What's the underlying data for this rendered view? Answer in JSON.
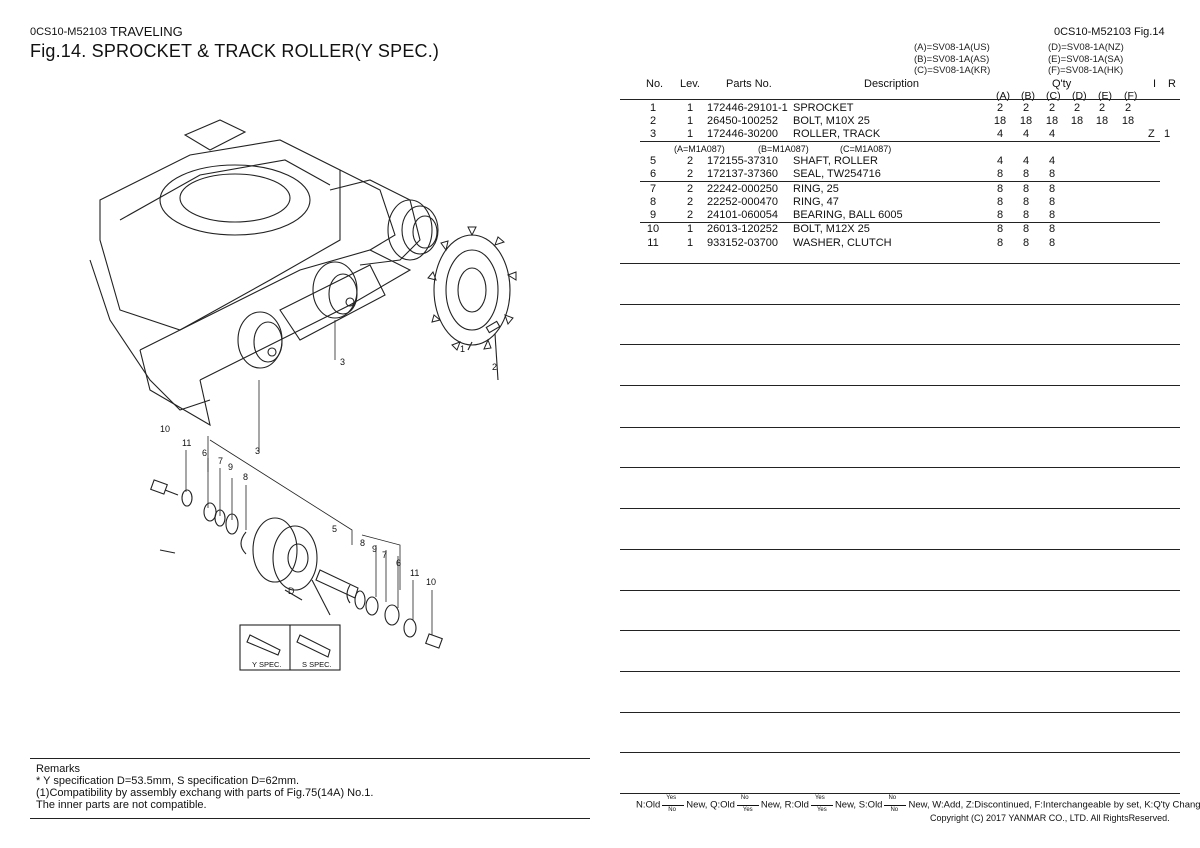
{
  "header": {
    "doc_code": "0CS10-M52103",
    "section": "TRAVELING",
    "figure_title": "Fig.14.  SPROCKET & TRACK ROLLER(Y SPEC.)",
    "doc_code_right": "0CS10-M52103",
    "fig_ref": "Fig.14"
  },
  "variants": {
    "left": [
      "(A)=SV08-1A(US)",
      "(B)=SV08-1A(AS)",
      "(C)=SV08-1A(KR)"
    ],
    "right": [
      "(D)=SV08-1A(NZ)",
      "(E)=SV08-1A(SA)",
      "(F)=SV08-1A(HK)"
    ]
  },
  "table": {
    "headers": {
      "no": "No.",
      "lev": "Lev.",
      "parts": "Parts No.",
      "desc": "Description",
      "qty": "Q'ty",
      "i": "I",
      "r": "R",
      "qcols": [
        "(A)",
        "(B)",
        "(C)",
        "(D)",
        "(E)",
        "(F)"
      ]
    },
    "serial_note": [
      "(A=M1A087)",
      "(B=M1A087)",
      "(C=M1A087)"
    ],
    "rows": [
      {
        "no": "1",
        "lev": "1",
        "part": "172446-29101-1",
        "desc": "SPROCKET",
        "q": [
          "2",
          "2",
          "2",
          "2",
          "2",
          "2"
        ],
        "i": "",
        "r": ""
      },
      {
        "no": "2",
        "lev": "1",
        "part": "26450-100252",
        "desc": "BOLT, M10X 25",
        "q": [
          "18",
          "18",
          "18",
          "18",
          "18",
          "18"
        ],
        "i": "",
        "r": ""
      },
      {
        "no": "3",
        "lev": "1",
        "part": "172446-30200",
        "desc": "ROLLER, TRACK",
        "q": [
          "4",
          "4",
          "4",
          "",
          "",
          ""
        ],
        "i": "Z",
        "r": "1"
      },
      {
        "no": "5",
        "lev": "2",
        "part": "172155-37310",
        "desc": "SHAFT, ROLLER",
        "q": [
          "4",
          "4",
          "4",
          "",
          "",
          ""
        ],
        "i": "",
        "r": ""
      },
      {
        "no": "6",
        "lev": "2",
        "part": "172137-37360",
        "desc": "SEAL, TW254716",
        "q": [
          "8",
          "8",
          "8",
          "",
          "",
          ""
        ],
        "i": "",
        "r": ""
      },
      {
        "no": "7",
        "lev": "2",
        "part": "22242-000250",
        "desc": "RING,  25",
        "q": [
          "8",
          "8",
          "8",
          "",
          "",
          ""
        ],
        "i": "",
        "r": ""
      },
      {
        "no": "8",
        "lev": "2",
        "part": "22252-000470",
        "desc": "RING,  47",
        "q": [
          "8",
          "8",
          "8",
          "",
          "",
          ""
        ],
        "i": "",
        "r": ""
      },
      {
        "no": "9",
        "lev": "2",
        "part": "24101-060054",
        "desc": "BEARING, BALL 6005",
        "q": [
          "8",
          "8",
          "8",
          "",
          "",
          ""
        ],
        "i": "",
        "r": ""
      },
      {
        "no": "10",
        "lev": "1",
        "part": "26013-120252",
        "desc": "BOLT, M12X 25",
        "q": [
          "8",
          "8",
          "8",
          "",
          "",
          ""
        ],
        "i": "",
        "r": ""
      },
      {
        "no": "11",
        "lev": "1",
        "part": "933152-03700",
        "desc": "WASHER, CLUTCH",
        "q": [
          "8",
          "8",
          "8",
          "",
          "",
          ""
        ],
        "i": "",
        "r": ""
      }
    ]
  },
  "diagram": {
    "callouts": [
      "1",
      "2",
      "3",
      "3",
      "10",
      "11",
      "6",
      "7",
      "9",
      "8",
      "5",
      "8",
      "9",
      "7",
      "6",
      "11",
      "10",
      "D"
    ],
    "inset_labels": [
      "Y SPEC.",
      "S SPEC."
    ]
  },
  "remarks": {
    "title": "Remarks",
    "lines": [
      "* Y specification D=53.5mm, S specification D=62mm.",
      "(1)Compatibility by assembly exchang with parts of Fig.75(14A) No.1.",
      "The inner parts are not compatible."
    ]
  },
  "legend": {
    "yes": "Yes",
    "no": "No",
    "n": "N:Old",
    "n_new": "New,",
    "q": "Q:Old",
    "q_new": "New,",
    "r": "R:Old",
    "r_new": "New,",
    "s": "S:Old",
    "s_new": "New,",
    "rest": "W:Add, Z:Discontinued, F:Interchangeable by set, K:Q'ty Change"
  },
  "copyright": "Copyright (C) 2017 YANMAR CO., LTD. All RightsReserved."
}
